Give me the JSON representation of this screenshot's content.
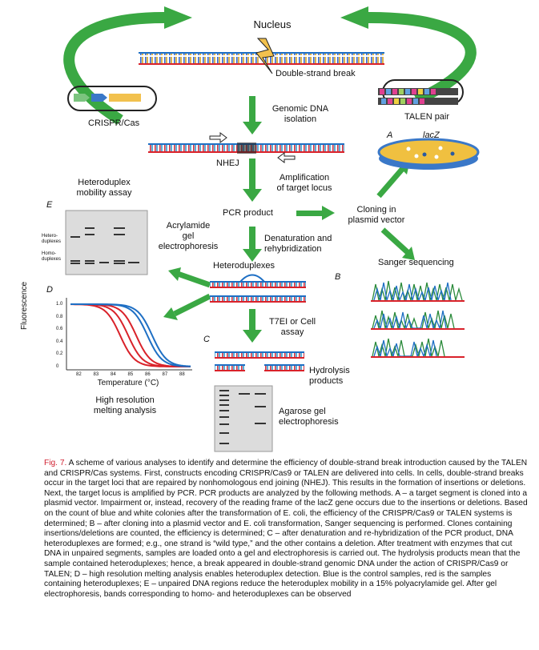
{
  "labels": {
    "nucleus": "Nucleus",
    "dsb": "Double-strand break",
    "crispr": "CRISPR/Cas",
    "talen": "TALEN pair",
    "genomic": "Genomic DNA\nisolation",
    "nhej": "NHEJ",
    "amplification": "Amplification\nof target locus",
    "pcr_product": "PCR product",
    "cloning": "Cloning in\nplasmid vector",
    "lacz": "lacZ",
    "letter_a": "A",
    "letter_b": "B",
    "letter_c": "C",
    "letter_d": "D",
    "letter_e": "E",
    "hma": "Heteroduplex\nmobility assay",
    "acrylamide": "Acrylamide\ngel\nelectrophoresis",
    "hetero_band": "Hetero-\nduplexes",
    "homo_band": "Homo-\nduplexes",
    "denaturation": "Denaturation and\nrehybridization",
    "heteroduplexes": "Heteroduplexes",
    "sanger": "Sanger sequencing",
    "t7": "T7EI or Cell\nassay",
    "hydrolysis": "Hydrolysis\nproducts",
    "agarose": "Agarose gel\nelectrophoresis",
    "fluorescence": "Fluorescence",
    "temperature": "Temperature (°C)",
    "hrm": "High resolution\nmelting analysis"
  },
  "melt_chart": {
    "x_ticks": [
      "82",
      "83",
      "84",
      "85",
      "86",
      "87",
      "88"
    ],
    "y_ticks": [
      "1.0",
      "0.8",
      "0.6",
      "0.4",
      "0.2",
      "0"
    ]
  },
  "caption": {
    "fig_label": "Fig. 7.",
    "text": " A scheme of various analyses to identify and determine the efficiency of double-strand break introduction caused by the TALEN and CRISPR/Cas systems. First, constructs encoding CRISPR/Cas9 or TALEN are delivered into cells. In cells, double-strand breaks occur in the target loci that are repaired by nonhomologous end joining (NHEJ). This results in the formation of insertions or deletions. Next, the target locus is amplified by PCR. PCR products are analyzed by the following methods. A – a target segment is cloned into a plasmid vector. Impairment or, instead, recovery of the reading frame of the lacZ gene occurs due to the insertions or deletions. Based on the count of blue and white colonies after the transformation of E. coli, the efficiency of the CRISPR/Cas9 or TALEN systems is determined; B – after cloning into a plasmid vector and E. coli transformation, Sanger sequencing is performed. Clones containing insertions/deletions are counted, the efficiency is determined; C – after denaturation and re-hybridization of the PCR product, DNA heteroduplexes are formed; e.g., one strand is “wild type,” and the other contains a deletion. After treatment with enzymes that cut DNA in unpaired segments, samples are loaded onto a gel and electrophoresis is carried out. The hydrolysis products mean that the sample contained heteroduplexes; hence, a break appeared in double-strand genomic DNA under the action of CRISPR/Cas9 or TALEN; D – high resolution melting analysis enables heteroduplex detection. Blue is the control samples, red is the samples containing heteroduplexes; E – unpaired DNA regions reduce the heteroduplex mobility in a 15% polyacrylamide gel. After gel electrophoresis, bands corresponding to homo- and heteroduplexes can be observed"
  },
  "colors": {
    "arrow": "#3aa843",
    "red": "#d9222a",
    "blue": "#1e6fc4",
    "caption_label": "#d02030"
  }
}
